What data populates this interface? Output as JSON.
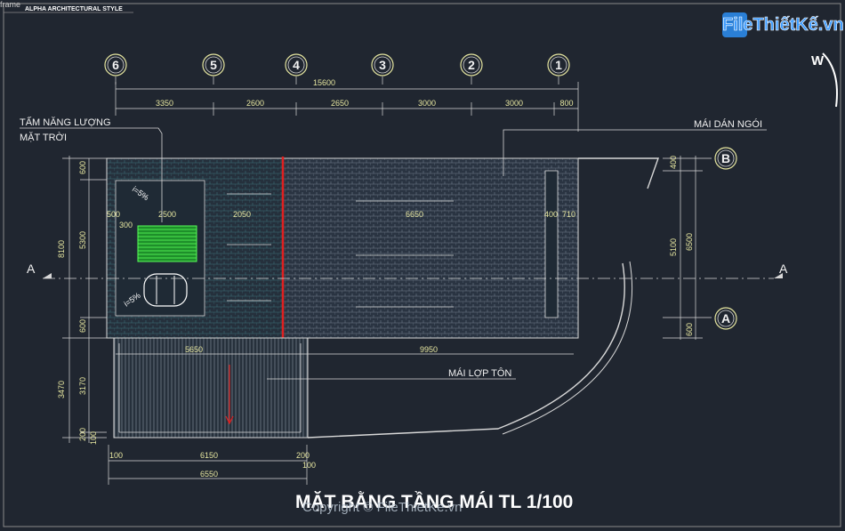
{
  "header": {
    "frame_label": "frame",
    "studio_label": "ALPHA ARCHITECTURAL STYLE"
  },
  "brand": {
    "logo_text": "FileThiếtKế.vn",
    "watermark": "Copyright © FileThietKe.vn",
    "w_badge": "W"
  },
  "title": "MẶT BẰNG TẦNG MÁI TL 1/100",
  "axes_top": [
    "6",
    "5",
    "4",
    "3",
    "2",
    "1"
  ],
  "axes_right": [
    "B",
    "A"
  ],
  "section_marks": {
    "left": "A",
    "right": "A"
  },
  "dims_top": {
    "overall": "15600",
    "segments": [
      "3350",
      "2600",
      "2650",
      "3000",
      "3000",
      "800"
    ]
  },
  "dims_left": {
    "overall": "8100",
    "upper": [
      "600",
      "5300",
      "600"
    ],
    "lower_overall": "3470",
    "lower": [
      "3170",
      "200",
      "100"
    ]
  },
  "dims_right": {
    "overall": "6500",
    "parts": [
      "400",
      "5100",
      "600"
    ]
  },
  "dims_inner": {
    "panel_w": "2500",
    "panel_off": "500",
    "small": "300",
    "mid": "2050",
    "main": "6650",
    "right_a": "400",
    "right_b": "710",
    "lower_left": "5650",
    "lower_right": "9950"
  },
  "dims_bottom": {
    "parts": [
      "100",
      "6150",
      "200"
    ],
    "extra": "100",
    "overall": "6550"
  },
  "slope_marks": [
    "i=5%",
    "i=5%"
  ],
  "labels": {
    "solar_line1": "TẤM NĂNG LƯỢNG",
    "solar_line2": "MẶT TRỜI",
    "tile_roof": "MÁI DÁN NGÓI",
    "metal_roof": "MÁI LỢP TÔN"
  },
  "colors": {
    "background": "#202630",
    "lines": "#d8d8d8",
    "dims": "#e6e6a0",
    "accent_red": "#e02020",
    "solar_green": "#2fc02f",
    "logo_blue": "#2a7fd6"
  }
}
